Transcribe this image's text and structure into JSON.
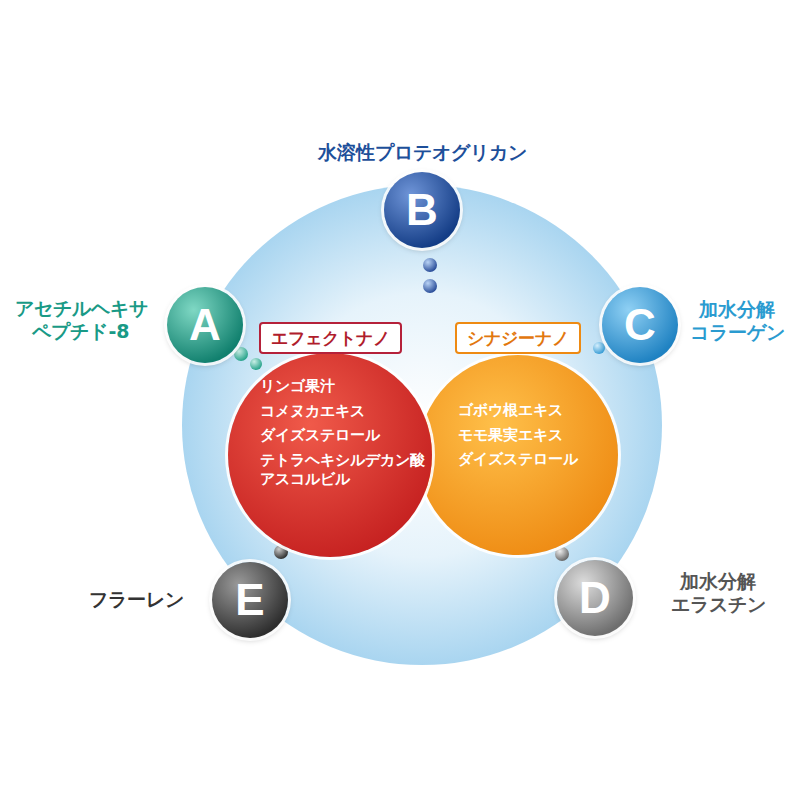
{
  "diagram": {
    "nodes": [
      {
        "text": [
          "B",
          "水溶性プロテオグリカン"
        ]
      },
      {
        "text": [
          "A",
          "アセチルヘキサ ペプチド-8"
        ]
      },
      {
        "text": [
          "C",
          "加水分解 コラーゲン"
        ]
      },
      {
        "text": [
          "リンゴ果汁",
          "コメヌカエキス",
          "ダイズステロール",
          "テトラヘキシルデカン酸 アスコルビル"
        ]
      },
      {
        "text": [
          "エフェクトナノ"
        ],
        "in": 3
      },
      {
        "text": [
          "ゴボウ根エキス",
          "モモ果実エキス",
          "ダイズステロール"
        ]
      },
      {
        "text": [
          "シナジーナノ"
        ],
        "in": 5
      },
      {
        "text": [
          "E",
          "フラーレン"
        ]
      },
      {
        "text": [
          "D",
          "加水分解 エラスチン"
        ]
      }
    ]
  }
}
